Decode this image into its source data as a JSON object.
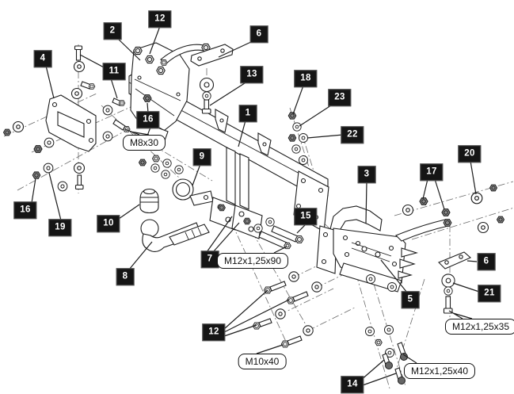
{
  "diagram": {
    "type": "exploded-parts-diagram",
    "colors": {
      "background": "#ffffff",
      "line": "#1c1c1c",
      "label_bg": "#151515",
      "label_text": "#ffffff"
    },
    "part_labels": {
      "l1": "1",
      "l2": "2",
      "l3": "3",
      "l4": "4",
      "l5": "5",
      "l6a": "6",
      "l6b": "6",
      "l7": "7",
      "l8": "8",
      "l9": "9",
      "l10": "10",
      "l11": "11",
      "l12a": "12",
      "l12b": "12",
      "l13": "13",
      "l14": "14",
      "l15": "15",
      "l16a": "16",
      "l16b": "16",
      "l17": "17",
      "l18": "18",
      "l19": "19",
      "l20": "20",
      "l21": "21",
      "l22": "22",
      "l23": "23"
    },
    "spec_callouts": {
      "m8x30": "M8x30",
      "m12x125x90": "M12x1,25x90",
      "m10x40": "M10x40",
      "m12x125x35": "M12x1,25x35",
      "m12x125x40": "M12x1,25x40"
    }
  }
}
